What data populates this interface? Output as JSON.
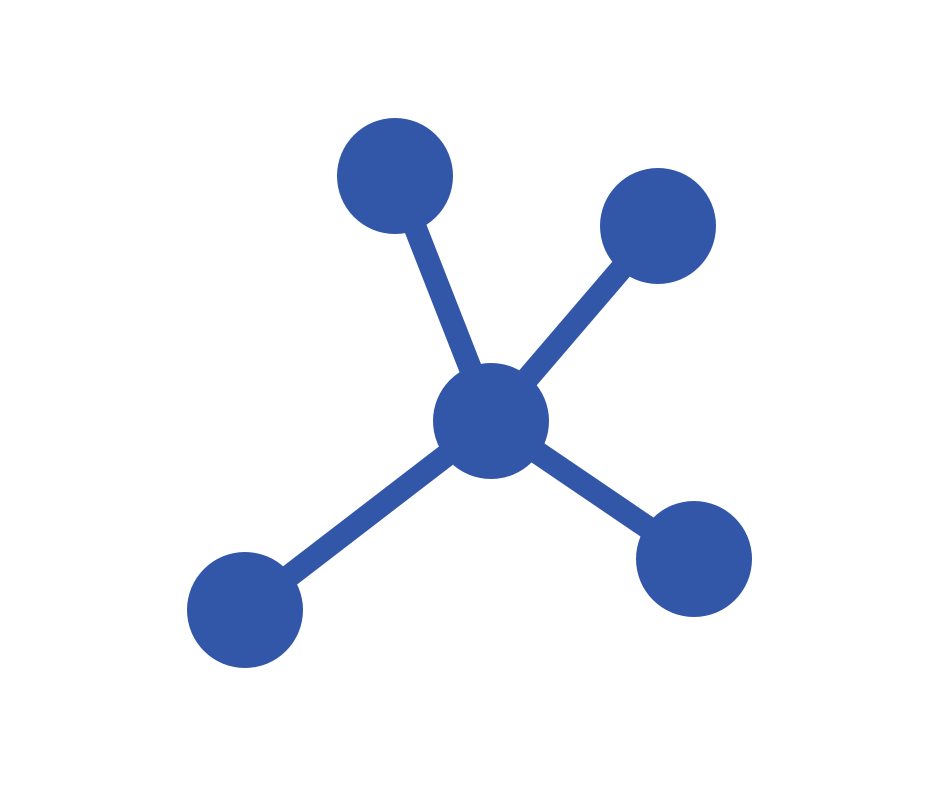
{
  "colors": {
    "background": "#ffffff",
    "accent": "#3357a8"
  },
  "diagram": {
    "icon": "network-hub-icon",
    "hub": "center",
    "nodes": [
      {
        "id": "center"
      },
      {
        "id": "top-left"
      },
      {
        "id": "top-right"
      },
      {
        "id": "bottom-left"
      },
      {
        "id": "bottom-right"
      }
    ],
    "edges": [
      {
        "from": "center",
        "to": "top-left"
      },
      {
        "from": "center",
        "to": "top-right"
      },
      {
        "from": "center",
        "to": "bottom-left"
      },
      {
        "from": "center",
        "to": "bottom-right"
      }
    ]
  }
}
